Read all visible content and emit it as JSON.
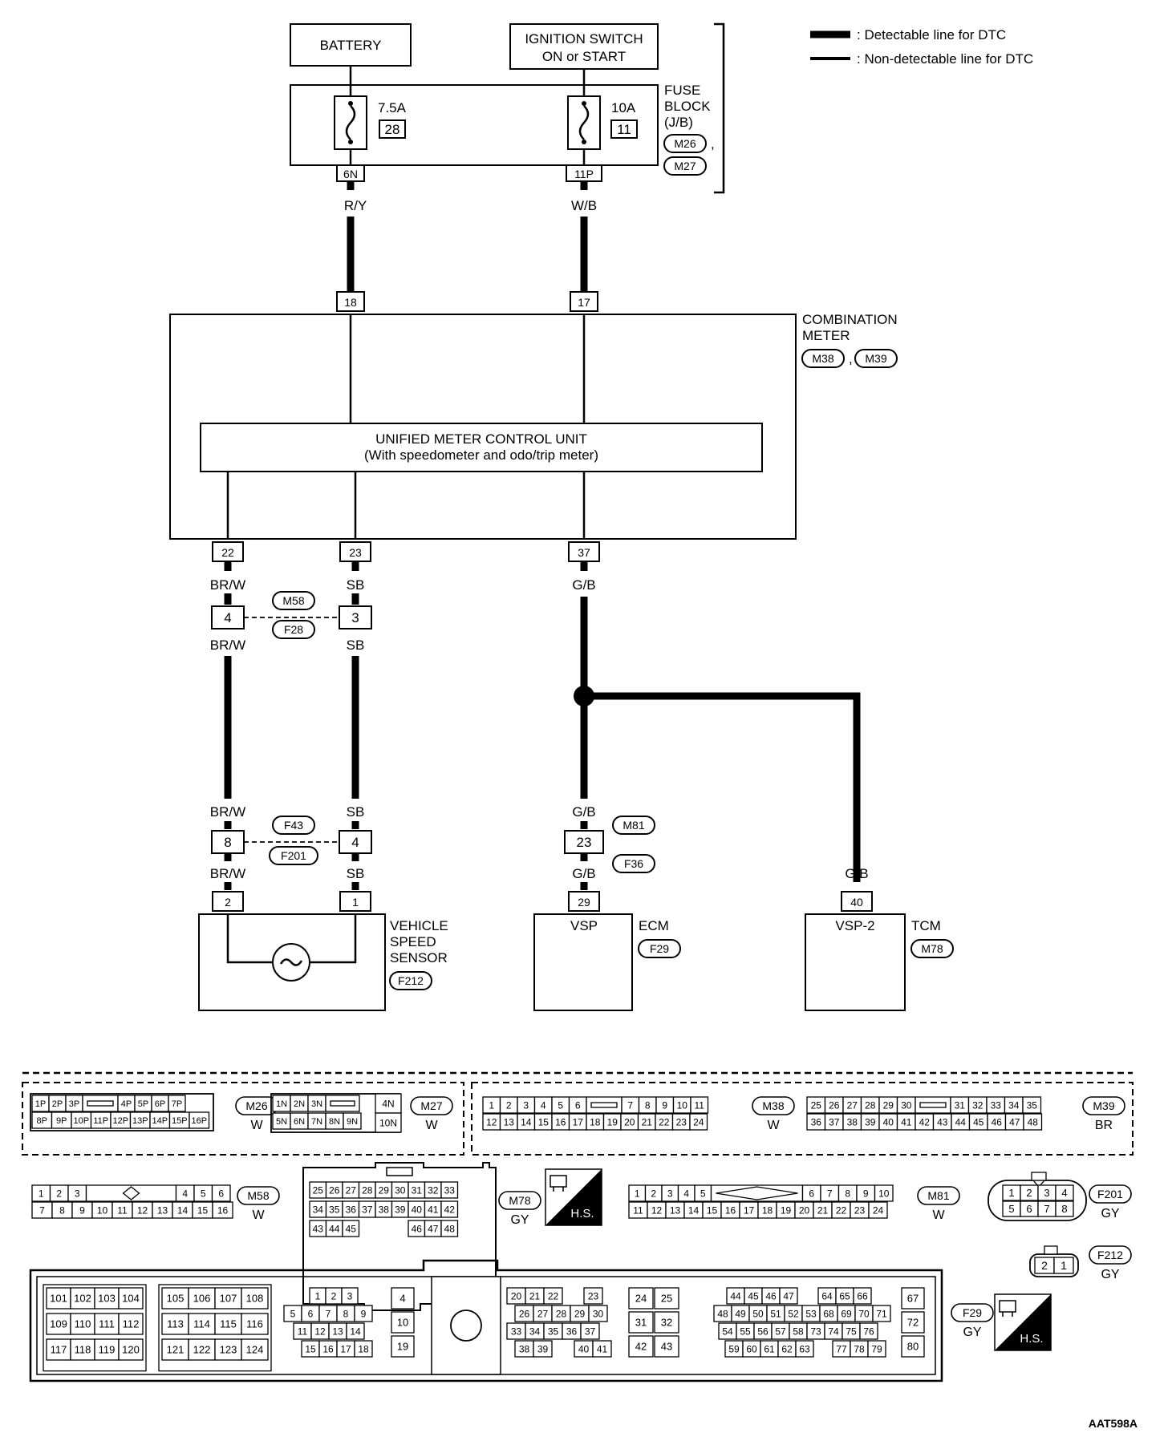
{
  "legend": {
    "detectable": ": Detectable line for DTC",
    "non_detectable": ": Non-detectable line for DTC"
  },
  "battery": "BATTERY",
  "ignition": {
    "line1": "IGNITION SWITCH",
    "line2": "ON or START"
  },
  "fuse_block": {
    "label1": "FUSE",
    "label2": "BLOCK",
    "label3": "(J/B)",
    "conn1": "M26",
    "conn2": "M27",
    "comma": ",",
    "fuse_a_amp": "7.5A",
    "fuse_a_no": "28",
    "fuse_a_term": "6N",
    "fuse_b_amp": "10A",
    "fuse_b_no": "11",
    "fuse_b_term": "11P"
  },
  "wires": {
    "ry": "R/Y",
    "wb": "W/B",
    "brw": "BR/W",
    "sb": "SB",
    "gb": "G/B"
  },
  "meter": {
    "label1": "COMBINATION",
    "label2": "METER",
    "conn1": "M38",
    "conn2": "M39",
    "comma": ",",
    "unit_line1": "UNIFIED METER CONTROL UNIT",
    "unit_line2": "(With speedometer and odo/trip meter)",
    "t18": "18",
    "t17": "17",
    "t22": "22",
    "t23": "23",
    "t37": "37"
  },
  "joints": {
    "m58": "M58",
    "f28": "F28",
    "j4": "4",
    "j3": "3",
    "f43": "F43",
    "f201": "F201",
    "j8": "8",
    "j4b": "4",
    "m81": "M81",
    "f36": "F36",
    "j23": "23"
  },
  "vss": {
    "label1": "VEHICLE",
    "label2": "SPEED",
    "label3": "SENSOR",
    "conn": "F212",
    "t2": "2",
    "t1": "1"
  },
  "ecm": {
    "label": "ECM",
    "conn": "F29",
    "pin": "VSP",
    "term": "29"
  },
  "tcm": {
    "label": "TCM",
    "conn": "M78",
    "pin": "VSP-2",
    "term": "40"
  },
  "connectors": {
    "m26": {
      "name": "M26",
      "color": "W",
      "row1": [
        "1P",
        "2P",
        "3P",
        "",
        "4P",
        "5P",
        "6P",
        "7P"
      ],
      "row2": [
        "8P",
        "9P",
        "10P",
        "11P",
        "12P",
        "13P",
        "14P",
        "15P",
        "16P"
      ]
    },
    "m27": {
      "name": "M27",
      "color": "W",
      "row1": [
        "1N",
        "2N",
        "3N",
        ""
      ],
      "row2": [
        "5N",
        "6N",
        "7N",
        "8N",
        "9N"
      ],
      "big1": "4N",
      "big2": "10N"
    },
    "m38": {
      "name": "M38",
      "color": "W",
      "row1": [
        "1",
        "2",
        "3",
        "4",
        "5",
        "6",
        "",
        "7",
        "8",
        "9",
        "10",
        "11"
      ],
      "row2": [
        "12",
        "13",
        "14",
        "15",
        "16",
        "17",
        "18",
        "19",
        "20",
        "21",
        "22",
        "23",
        "24"
      ]
    },
    "m39": {
      "name": "M39",
      "color": "BR",
      "row1": [
        "25",
        "26",
        "27",
        "28",
        "29",
        "30",
        "",
        "31",
        "32",
        "33",
        "34",
        "35"
      ],
      "row2": [
        "36",
        "37",
        "38",
        "39",
        "40",
        "41",
        "42",
        "43",
        "44",
        "45",
        "46",
        "47",
        "48"
      ]
    },
    "m58": {
      "name": "M58",
      "color": "W",
      "row1": [
        "1",
        "2",
        "3",
        "",
        "",
        "4",
        "5",
        "6"
      ],
      "row2": [
        "7",
        "8",
        "9",
        "10",
        "11",
        "12",
        "13",
        "14",
        "15",
        "16"
      ]
    },
    "m78": {
      "name": "M78",
      "color": "GY",
      "row1": [
        "25",
        "26",
        "27",
        "28",
        "29",
        "30",
        "31",
        "32",
        "33"
      ],
      "row2": [
        "34",
        "35",
        "36",
        "37",
        "38",
        "39",
        "40",
        "41",
        "42"
      ],
      "row3": [
        "43",
        "44",
        "45",
        "46",
        "47",
        "48"
      ]
    },
    "m81": {
      "name": "M81",
      "color": "W",
      "row1": [
        "1",
        "2",
        "3",
        "4",
        "5",
        "6",
        "7",
        "8",
        "9",
        "10"
      ],
      "row2": [
        "11",
        "12",
        "13",
        "14",
        "15",
        "16",
        "17",
        "18",
        "19",
        "20",
        "21",
        "22",
        "23",
        "24"
      ]
    },
    "f201": {
      "name": "F201",
      "color": "GY",
      "row1": [
        "1",
        "2",
        "3",
        "4"
      ],
      "row2": [
        "5",
        "6",
        "7",
        "8"
      ]
    },
    "f212": {
      "name": "F212",
      "color": "GY",
      "row1": [
        "2",
        "1"
      ]
    },
    "f29": {
      "name": "F29",
      "color": "GY",
      "g1": [
        "101",
        "102",
        "103",
        "104",
        "109",
        "110",
        "111",
        "112",
        "117",
        "118",
        "119",
        "120"
      ],
      "g2": [
        "105",
        "106",
        "107",
        "108",
        "113",
        "114",
        "115",
        "116",
        "121",
        "122",
        "123",
        "124"
      ],
      "g3r1": [
        "1",
        "2",
        "3"
      ],
      "g3r2": [
        "5",
        "6",
        "7",
        "8",
        "9"
      ],
      "g3r3": [
        "11",
        "12",
        "13",
        "14"
      ],
      "g3r4": [
        "15",
        "16",
        "17",
        "18"
      ],
      "g4": [
        "4",
        "10",
        "19"
      ],
      "g5r1": [
        "20",
        "21",
        "22",
        "23"
      ],
      "g5r2": [
        "26",
        "27",
        "28",
        "29",
        "30"
      ],
      "g5r3": [
        "33",
        "34",
        "35",
        "36",
        "37"
      ],
      "g5r4": [
        "38",
        "39",
        "40",
        "41"
      ],
      "g6": [
        "24",
        "25",
        "31",
        "32",
        "42",
        "43"
      ],
      "g7r1": [
        "44",
        "45",
        "46",
        "47",
        "64",
        "65",
        "66"
      ],
      "g7r2": [
        "48",
        "49",
        "50",
        "51",
        "52",
        "53",
        "68",
        "69",
        "70",
        "71"
      ],
      "g7r3": [
        "54",
        "55",
        "56",
        "57",
        "58",
        "73",
        "74",
        "75",
        "76"
      ],
      "g7r4": [
        "59",
        "60",
        "61",
        "62",
        "63",
        "77",
        "78",
        "79"
      ],
      "g8": [
        "67",
        "72",
        "80"
      ]
    }
  },
  "hs": "H.S.",
  "code": "AAT598A"
}
